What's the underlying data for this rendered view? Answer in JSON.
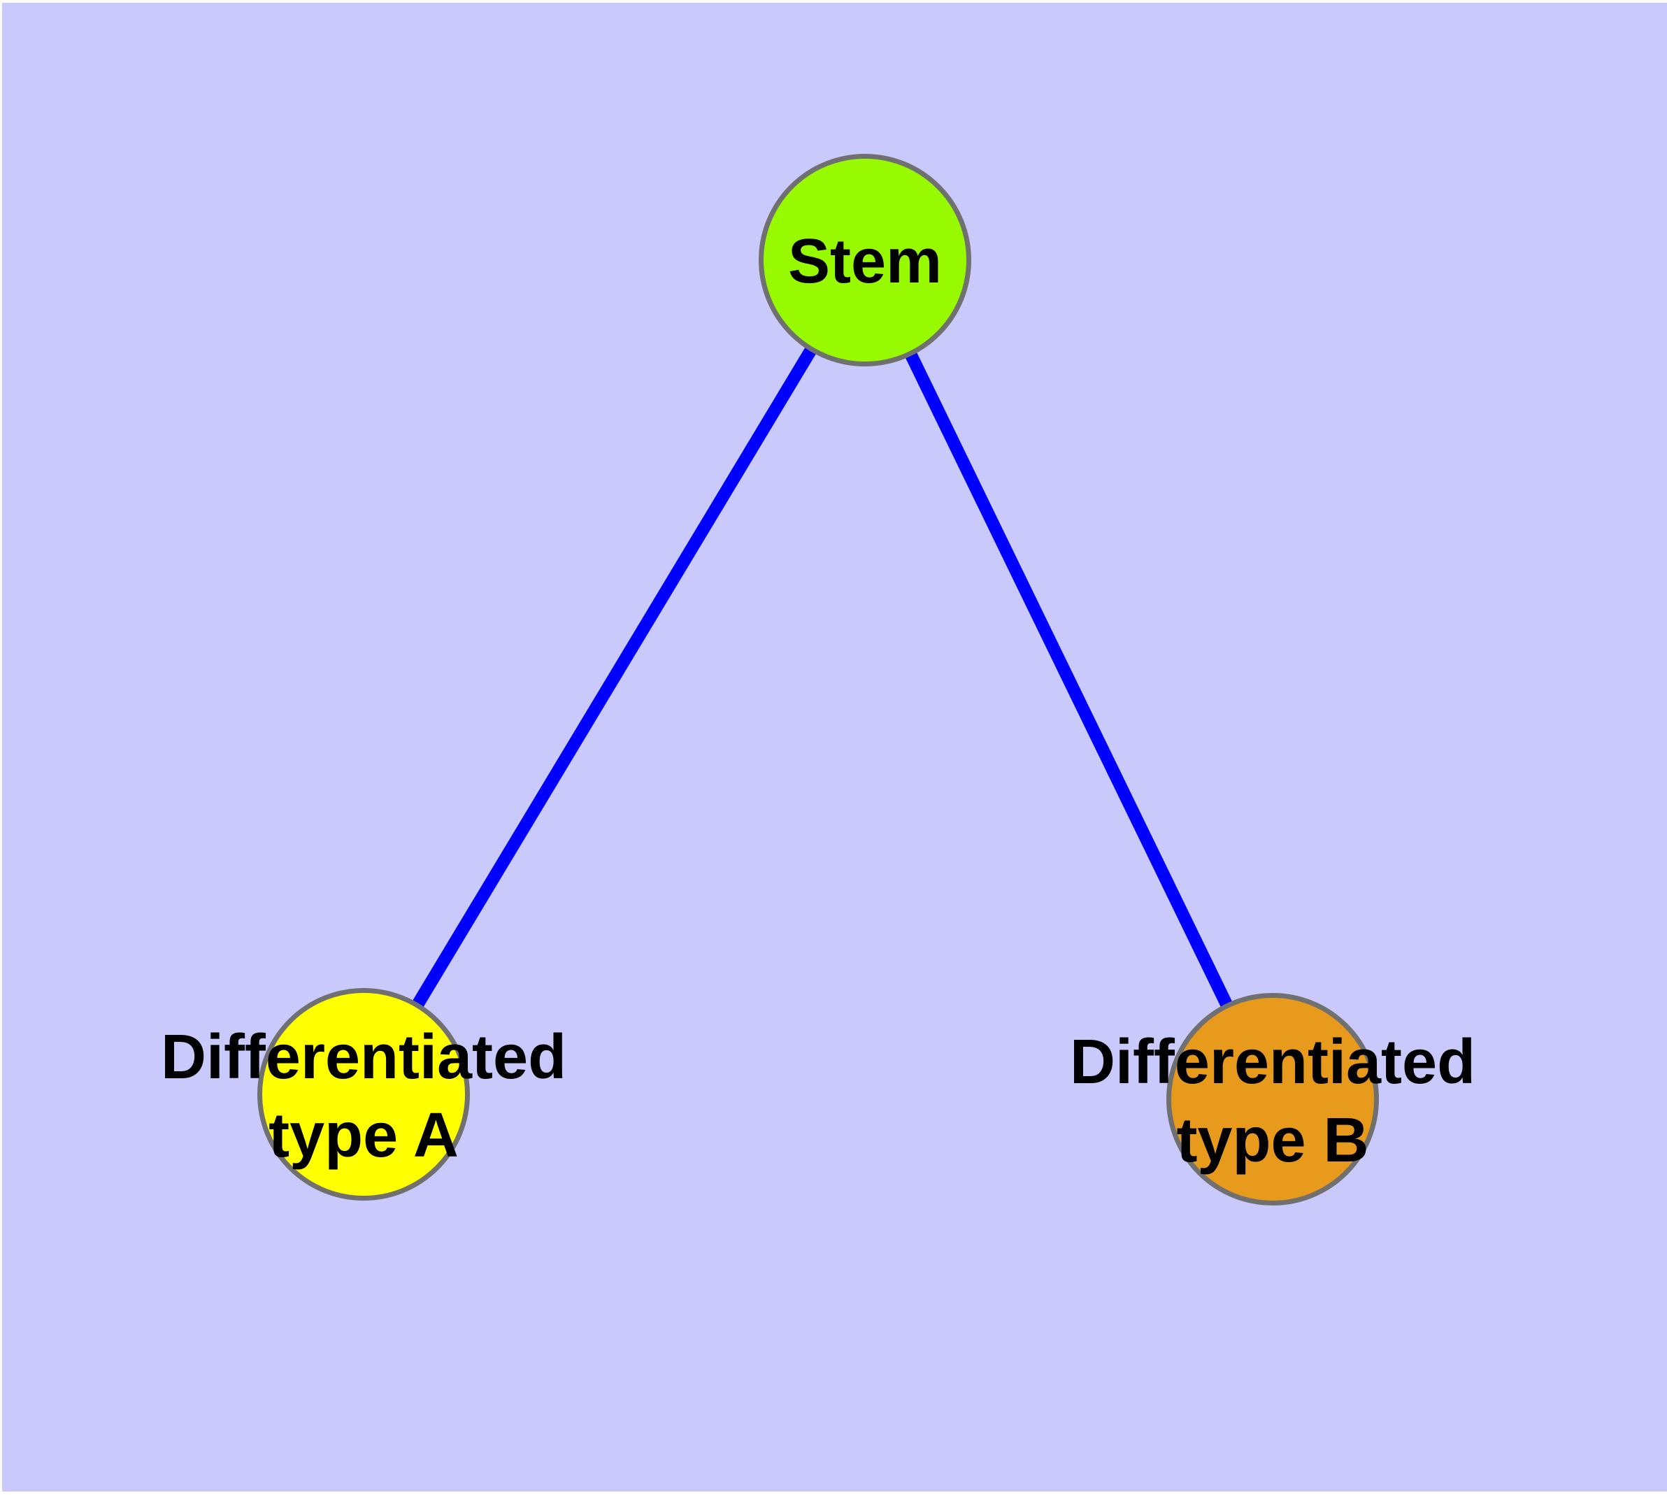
{
  "diagram": {
    "type": "graph",
    "nodes": {
      "stem": {
        "lines": [
          "Stem"
        ],
        "fill": "#97FA00"
      },
      "typeA": {
        "lines": [
          "Differentiated",
          "type A"
        ],
        "fill": "#FFFF00"
      },
      "typeB": {
        "lines": [
          "Differentiated",
          "type B"
        ],
        "fill": "#E79A1C"
      }
    },
    "edges": [
      {
        "from": "Stem",
        "to": "Differentiated type A"
      },
      {
        "from": "Stem",
        "to": "Differentiated type B"
      }
    ],
    "colors": {
      "panel_background": "#C9C9FB",
      "image_margin": "#FFFFFF",
      "edge": "#0000FF",
      "node_border": "#707070",
      "label_text": "#000000"
    }
  }
}
